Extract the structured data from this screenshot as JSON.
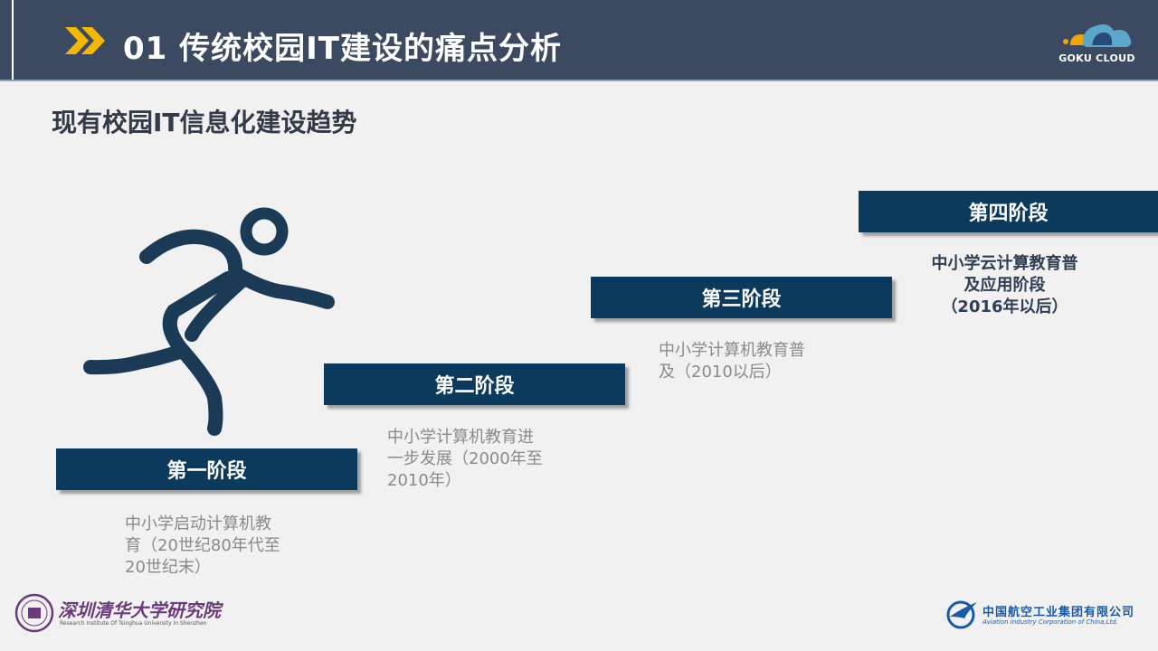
{
  "header": {
    "title": "01 传统校园IT建设的痛点分析",
    "logo_text": "GOKU CLOUD",
    "colors": {
      "bar": "#3c4a61",
      "arrow": "#f5b800"
    }
  },
  "subtitle": "现有校园IT信息化建设趋势",
  "stages": [
    {
      "label": "第一阶段",
      "desc": [
        "中小学启动计算机教",
        "育（20世纪80年代至",
        "20世纪末）"
      ]
    },
    {
      "label": "第二阶段",
      "desc": [
        "中小学计算机教育进",
        "一步发展（2000年至",
        "2010年）"
      ]
    },
    {
      "label": "第三阶段",
      "desc": [
        "中小学计算机教育普",
        "及（2010以后）"
      ]
    },
    {
      "label": "第四阶段",
      "desc": [
        "中小学云计算教育普",
        "及应用阶段",
        "（2016年以后）"
      ]
    }
  ],
  "footer": {
    "left_calligraphy": "深圳清华大学研究院",
    "left_en": "Research Institute Of Tsinghua University In Shenzhen",
    "right_cn": "中国航空工业集团有限公司",
    "right_en": "Aviation Industry Corporation of China,Ltd."
  },
  "icons": [
    "arrow-icon",
    "cloud-logo-icon",
    "runner-icon",
    "seal-icon",
    "avic-logo-icon"
  ],
  "colors": {
    "stage_box": "#0c3a5c",
    "runner": "#1b3a55",
    "desc_text": "#8a8a8a"
  }
}
